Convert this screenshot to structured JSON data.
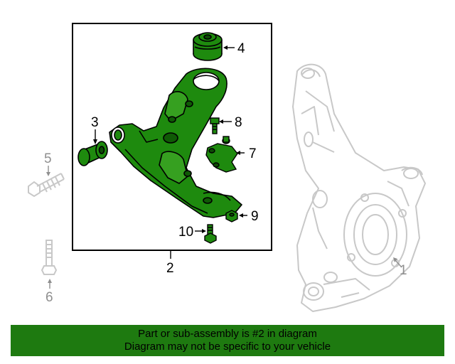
{
  "diagram": {
    "callouts": {
      "c1": "1",
      "c2": "2",
      "c3": "3",
      "c4": "4",
      "c5": "5",
      "c6": "6",
      "c7": "7",
      "c8": "8",
      "c9": "9",
      "c10": "10"
    },
    "colors": {
      "highlight": "#1e8a0e",
      "dim_part": "#c8c8c8",
      "frame": "#000000"
    }
  },
  "banner": {
    "line1": "Part or sub-assembly is #2 in diagram",
    "line2": "Diagram may not be specific to your vehicle",
    "background": "#1e7a10"
  }
}
